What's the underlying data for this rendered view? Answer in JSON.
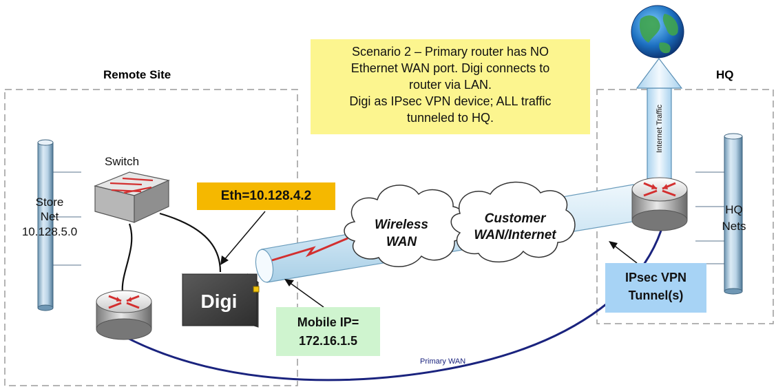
{
  "zones": {
    "remote_site": "Remote Site",
    "hq": "HQ"
  },
  "scenario_note": {
    "lines": [
      "Scenario 2 – Primary router has NO",
      "Ethernet WAN port. Digi connects to",
      "router via LAN.",
      "Digi as IPsec VPN device; ALL traffic",
      "tunneled  to HQ."
    ]
  },
  "devices": {
    "switch_label": "Switch",
    "digi_label": "Digi"
  },
  "store_net": {
    "line1": "Store",
    "line2": "Net",
    "line3": "10.128.5.0"
  },
  "hq_nets": {
    "line1": "HQ",
    "line2": "Nets"
  },
  "callouts": {
    "eth": "Eth=10.128.4.2",
    "mobile_ip_line1": "Mobile IP=",
    "mobile_ip_line2": "172.16.1.5",
    "ipsec_line1": "IPsec VPN",
    "ipsec_line2": "Tunnel(s)"
  },
  "clouds": {
    "wireless_line1": "Wireless",
    "wireless_line2": "WAN",
    "customer_line1": "Customer",
    "customer_line2": "WAN/Internet"
  },
  "links": {
    "primary_wan": "Primary WAN",
    "internet_traffic": "Internet Traffic"
  },
  "colors": {
    "scenario_bg": "#fcf58f",
    "eth_bg": "#f5b800",
    "mobile_bg": "#cff4cf",
    "ipsec_bg": "#a7d3f5",
    "primary_wan_line": "#1a237e",
    "router_arrow": "#d32f2f",
    "tunnel_fill": "#d6ecf8"
  }
}
